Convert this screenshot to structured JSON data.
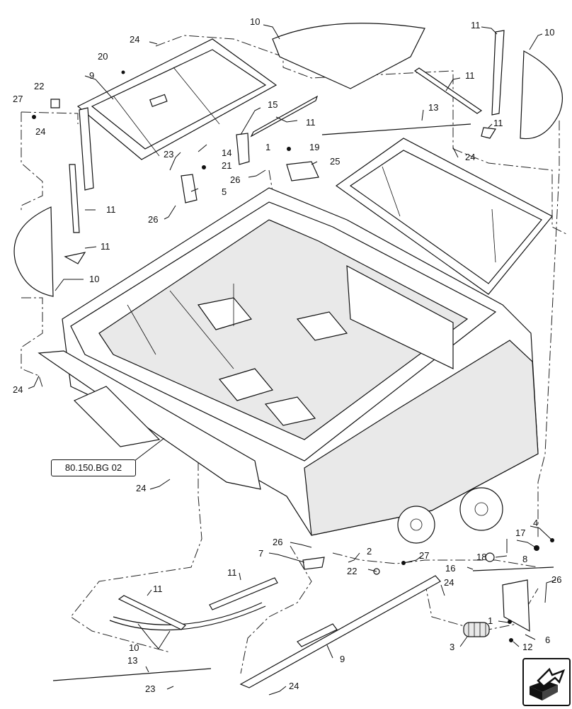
{
  "diagram": {
    "callouts": [
      "1",
      "2",
      "3",
      "4",
      "5",
      "6",
      "7",
      "8",
      "9",
      "10",
      "11",
      "12",
      "13",
      "14",
      "15",
      "16",
      "17",
      "18",
      "19",
      "20",
      "21",
      "22",
      "23",
      "24",
      "25",
      "26",
      "27"
    ],
    "reference": "80.150.BG 02"
  },
  "labels": [
    {
      "id": "c24a",
      "text": "24"
    },
    {
      "id": "c20",
      "text": "20"
    },
    {
      "id": "c9a",
      "text": "9"
    },
    {
      "id": "c22a",
      "text": "22"
    },
    {
      "id": "c27a",
      "text": "27"
    },
    {
      "id": "c24b",
      "text": "24"
    },
    {
      "id": "c10a",
      "text": "10"
    },
    {
      "id": "c11a",
      "text": "11"
    },
    {
      "id": "c10b",
      "text": "10"
    },
    {
      "id": "c11b",
      "text": "11"
    },
    {
      "id": "c15",
      "text": "15"
    },
    {
      "id": "c11c",
      "text": "11"
    },
    {
      "id": "c13a",
      "text": "13"
    },
    {
      "id": "c11d",
      "text": "11"
    },
    {
      "id": "c1a",
      "text": "1"
    },
    {
      "id": "c19",
      "text": "19"
    },
    {
      "id": "c24c",
      "text": "24"
    },
    {
      "id": "c14",
      "text": "14"
    },
    {
      "id": "c23a",
      "text": "23"
    },
    {
      "id": "c21",
      "text": "21"
    },
    {
      "id": "c25",
      "text": "25"
    },
    {
      "id": "c26a",
      "text": "26"
    },
    {
      "id": "c5",
      "text": "5"
    },
    {
      "id": "c26b",
      "text": "26"
    },
    {
      "id": "c11e",
      "text": "11"
    },
    {
      "id": "c11f",
      "text": "11"
    },
    {
      "id": "c10c",
      "text": "10"
    },
    {
      "id": "c24d",
      "text": "24"
    },
    {
      "id": "c24e",
      "text": "24"
    },
    {
      "id": "c4",
      "text": "4"
    },
    {
      "id": "c17",
      "text": "17"
    },
    {
      "id": "c8",
      "text": "8"
    },
    {
      "id": "c18",
      "text": "18"
    },
    {
      "id": "c26c",
      "text": "26"
    },
    {
      "id": "c7",
      "text": "7"
    },
    {
      "id": "c2",
      "text": "2"
    },
    {
      "id": "c27b",
      "text": "27"
    },
    {
      "id": "c22b",
      "text": "22"
    },
    {
      "id": "c16",
      "text": "16"
    },
    {
      "id": "c11g",
      "text": "11"
    },
    {
      "id": "c24f",
      "text": "24"
    },
    {
      "id": "c26d",
      "text": "26"
    },
    {
      "id": "c11h",
      "text": "11"
    },
    {
      "id": "c1b",
      "text": "1"
    },
    {
      "id": "c3",
      "text": "3"
    },
    {
      "id": "c12",
      "text": "12"
    },
    {
      "id": "c6",
      "text": "6"
    },
    {
      "id": "c10d",
      "text": "10"
    },
    {
      "id": "c9b",
      "text": "9"
    },
    {
      "id": "c13b",
      "text": "13"
    },
    {
      "id": "c23b",
      "text": "23"
    },
    {
      "id": "c24g",
      "text": "24"
    }
  ],
  "icons": {
    "nav": "arrow-next-page-icon"
  }
}
